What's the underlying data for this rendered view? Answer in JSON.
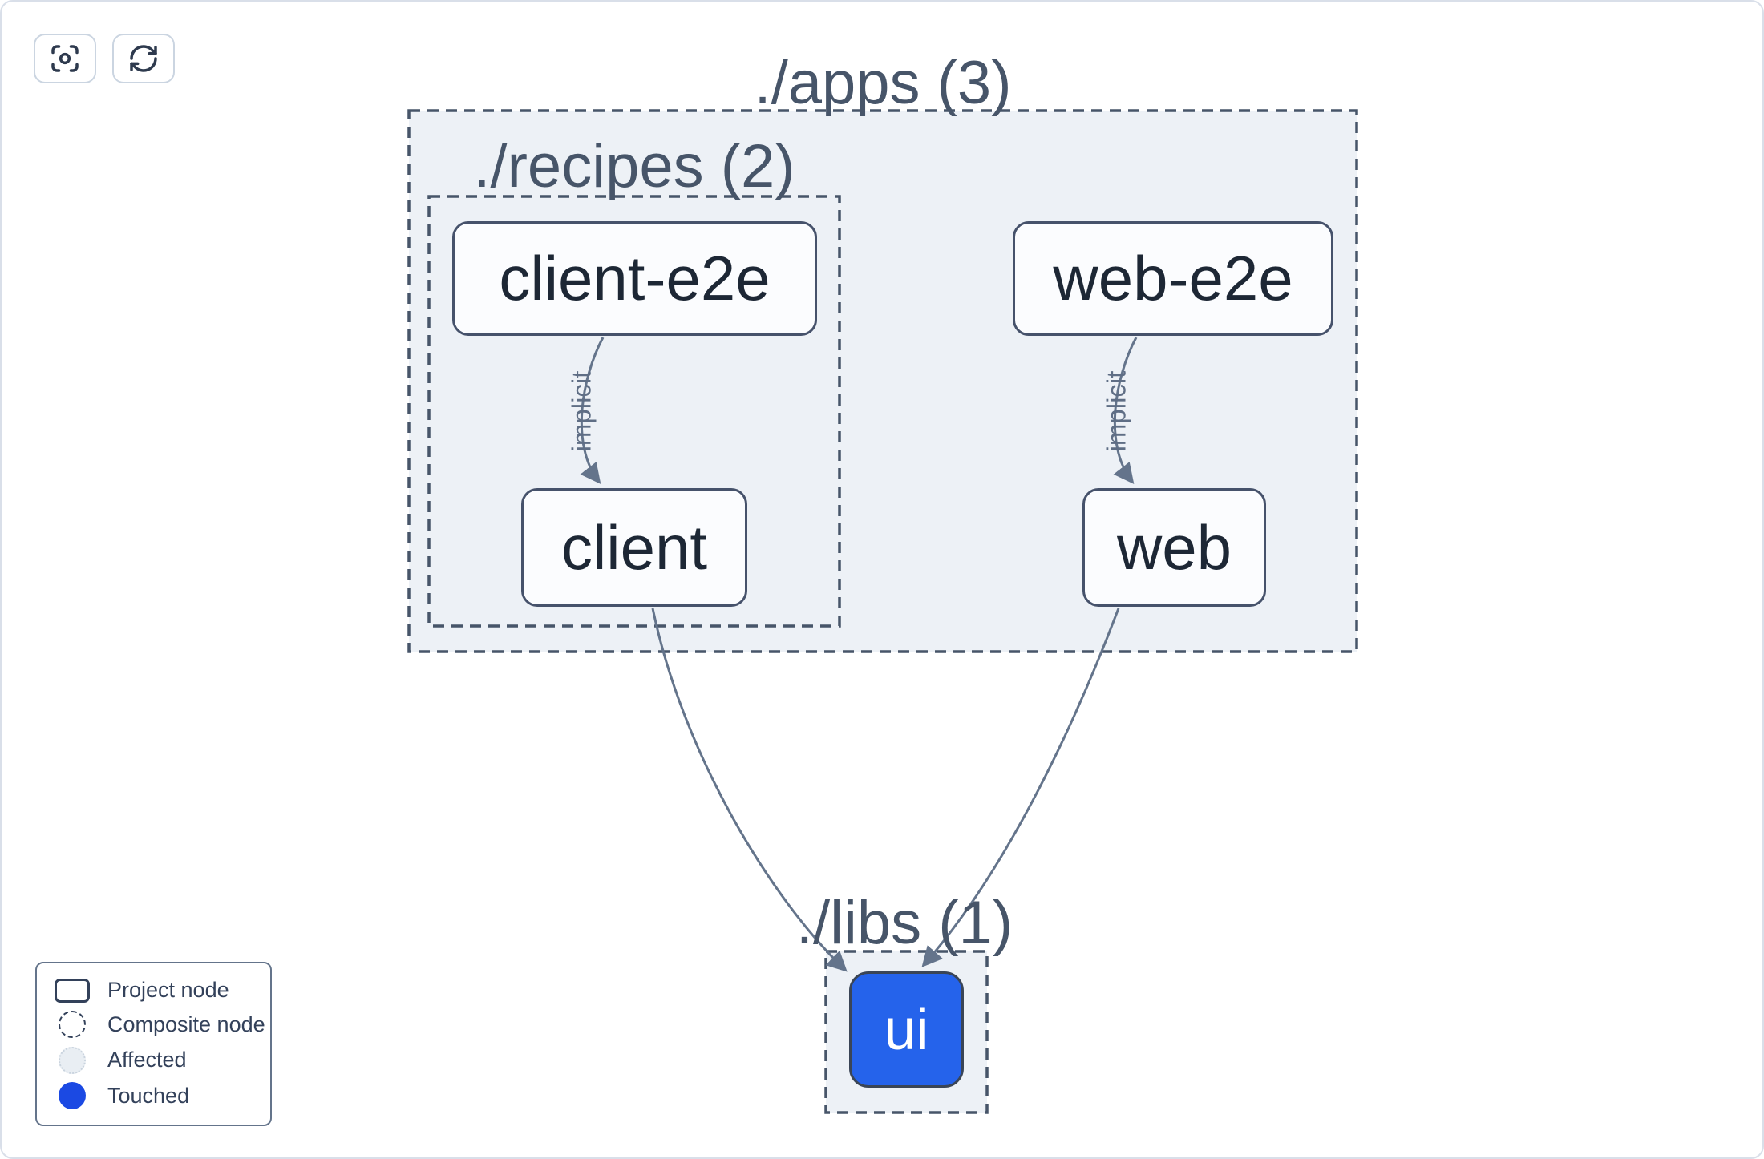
{
  "toolbar": {
    "buttons": [
      {
        "id": "focus",
        "icon": "focus-icon"
      },
      {
        "id": "refresh",
        "icon": "refresh-icon"
      }
    ]
  },
  "graph": {
    "groups": [
      {
        "id": "apps",
        "label": "./apps (3)"
      },
      {
        "id": "recipes",
        "label": "./recipes (2)"
      },
      {
        "id": "libs",
        "label": "./libs (1)"
      }
    ],
    "nodes": [
      {
        "id": "client-e2e",
        "label": "client-e2e",
        "type": "project",
        "state": "normal"
      },
      {
        "id": "web-e2e",
        "label": "web-e2e",
        "type": "project",
        "state": "normal"
      },
      {
        "id": "client",
        "label": "client",
        "type": "project",
        "state": "normal"
      },
      {
        "id": "web",
        "label": "web",
        "type": "project",
        "state": "normal"
      },
      {
        "id": "ui",
        "label": "ui",
        "type": "project",
        "state": "touched"
      }
    ],
    "edges": [
      {
        "from": "client-e2e",
        "to": "client",
        "label": "implicit"
      },
      {
        "from": "web-e2e",
        "to": "web",
        "label": "implicit"
      },
      {
        "from": "client",
        "to": "ui",
        "label": ""
      },
      {
        "from": "web",
        "to": "ui",
        "label": ""
      }
    ]
  },
  "legend": {
    "items": [
      {
        "label": "Project node",
        "swatch": "project"
      },
      {
        "label": "Composite node",
        "swatch": "composite"
      },
      {
        "label": "Affected",
        "swatch": "affected"
      },
      {
        "label": "Touched",
        "swatch": "touched"
      }
    ]
  },
  "colors": {
    "touched_node": "#2563eb",
    "touched_legend": "#1b49e3",
    "edge": "#64748b",
    "container_fill": "#edf1f6",
    "dashed_border": "#475569",
    "node_border": "#46526b",
    "node_text": "#1d2735",
    "group_label": "#475569"
  }
}
